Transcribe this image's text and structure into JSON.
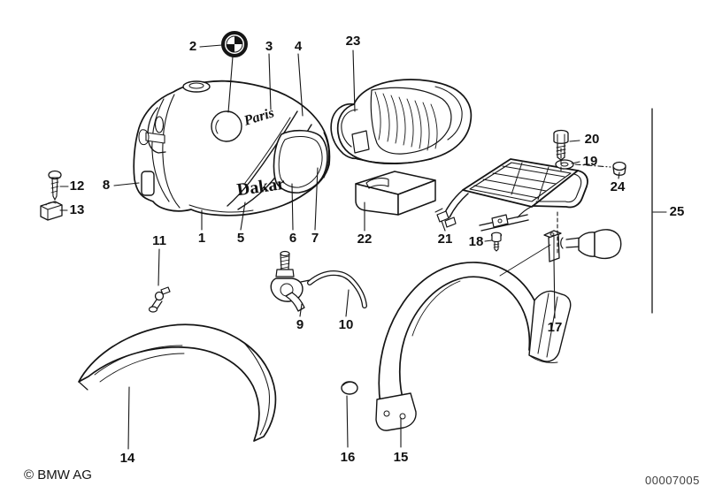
{
  "diagram": {
    "type": "exploded-parts-diagram",
    "subject": "BMW motorcycle fuel tank, seat, fenders and luggage rack"
  },
  "colors": {
    "ink": "#151515",
    "paper": "#ffffff"
  },
  "tank_decals": {
    "top": "Paris",
    "bottom": "Dakar",
    "emblem": "bmw-roundel"
  },
  "footer": {
    "copyright": "© BMW AG",
    "drawing_number": "00007005"
  },
  "callouts": [
    {
      "label": "1"
    },
    {
      "label": "2"
    },
    {
      "label": "3"
    },
    {
      "label": "4"
    },
    {
      "label": "5"
    },
    {
      "label": "6"
    },
    {
      "label": "7"
    },
    {
      "label": "8"
    },
    {
      "label": "9"
    },
    {
      "label": "10"
    },
    {
      "label": "11"
    },
    {
      "label": "12"
    },
    {
      "label": "13"
    },
    {
      "label": "14"
    },
    {
      "label": "15"
    },
    {
      "label": "16"
    },
    {
      "label": "17"
    },
    {
      "label": "18"
    },
    {
      "label": "19"
    },
    {
      "label": "20"
    },
    {
      "label": "21"
    },
    {
      "label": "22"
    },
    {
      "label": "23"
    },
    {
      "label": "24"
    },
    {
      "label": "25"
    }
  ]
}
